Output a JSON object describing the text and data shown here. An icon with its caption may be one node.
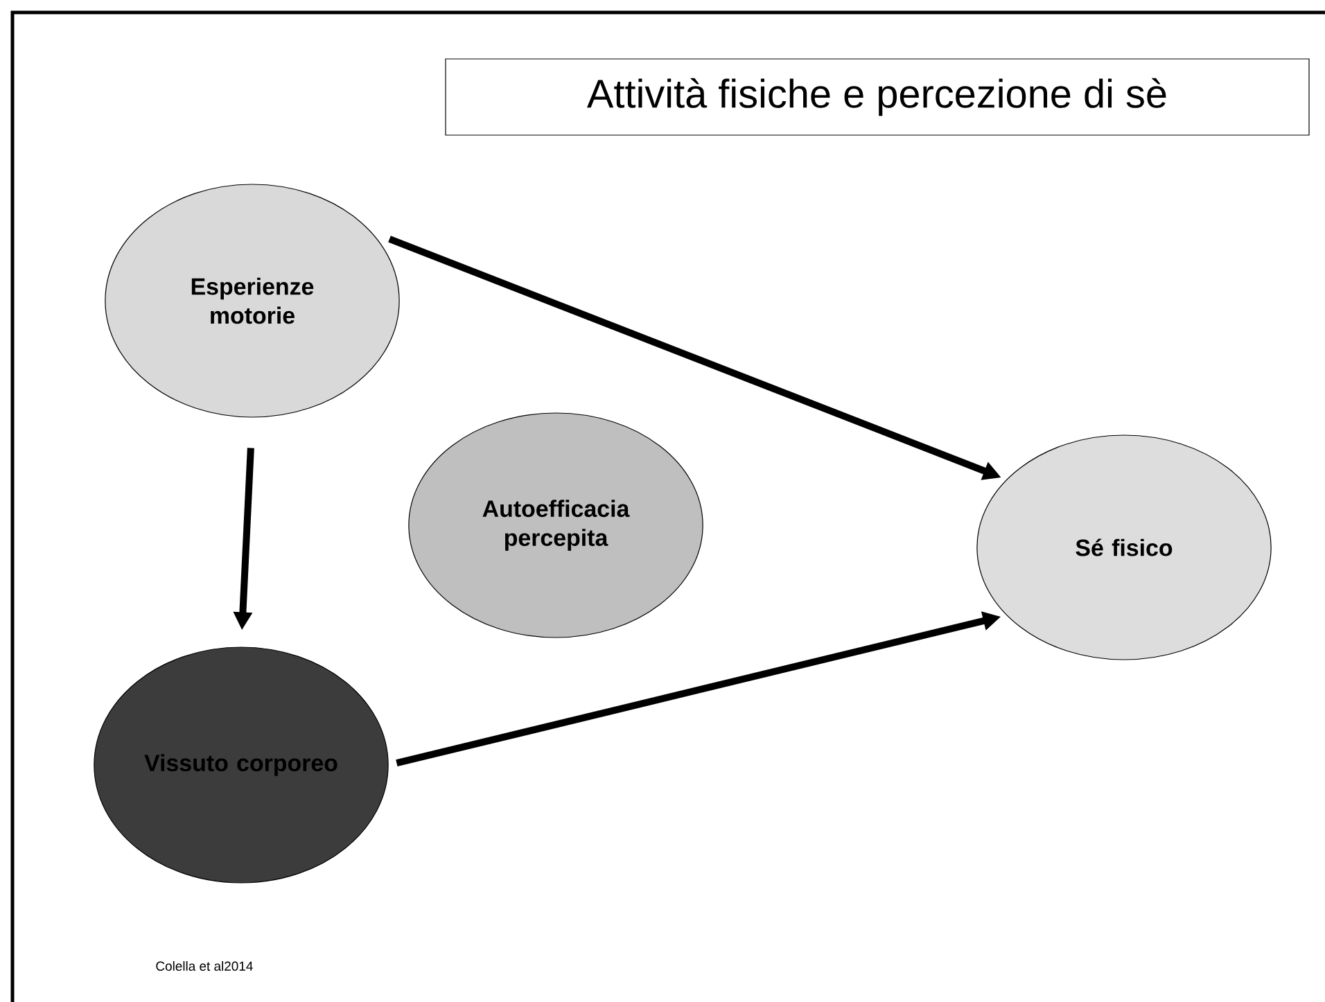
{
  "diagram": {
    "title": "Attività fisiche e percezione di sè",
    "nodes": [
      {
        "text": [
          "Esperienze motorie"
        ]
      },
      {
        "text": [
          "Autoefficacia percepita"
        ]
      },
      {
        "text": [
          "Sé fisico"
        ]
      },
      {
        "text": [
          "Vissuto corporeo"
        ]
      }
    ],
    "edges": [
      {
        "from": 0,
        "to": 2,
        "arrow": "to"
      },
      {
        "from": 0,
        "to": 3,
        "arrow": "to"
      },
      {
        "from": 3,
        "to": 2,
        "arrow": "to"
      }
    ],
    "labels": [
      "Colella et al2014"
    ]
  }
}
